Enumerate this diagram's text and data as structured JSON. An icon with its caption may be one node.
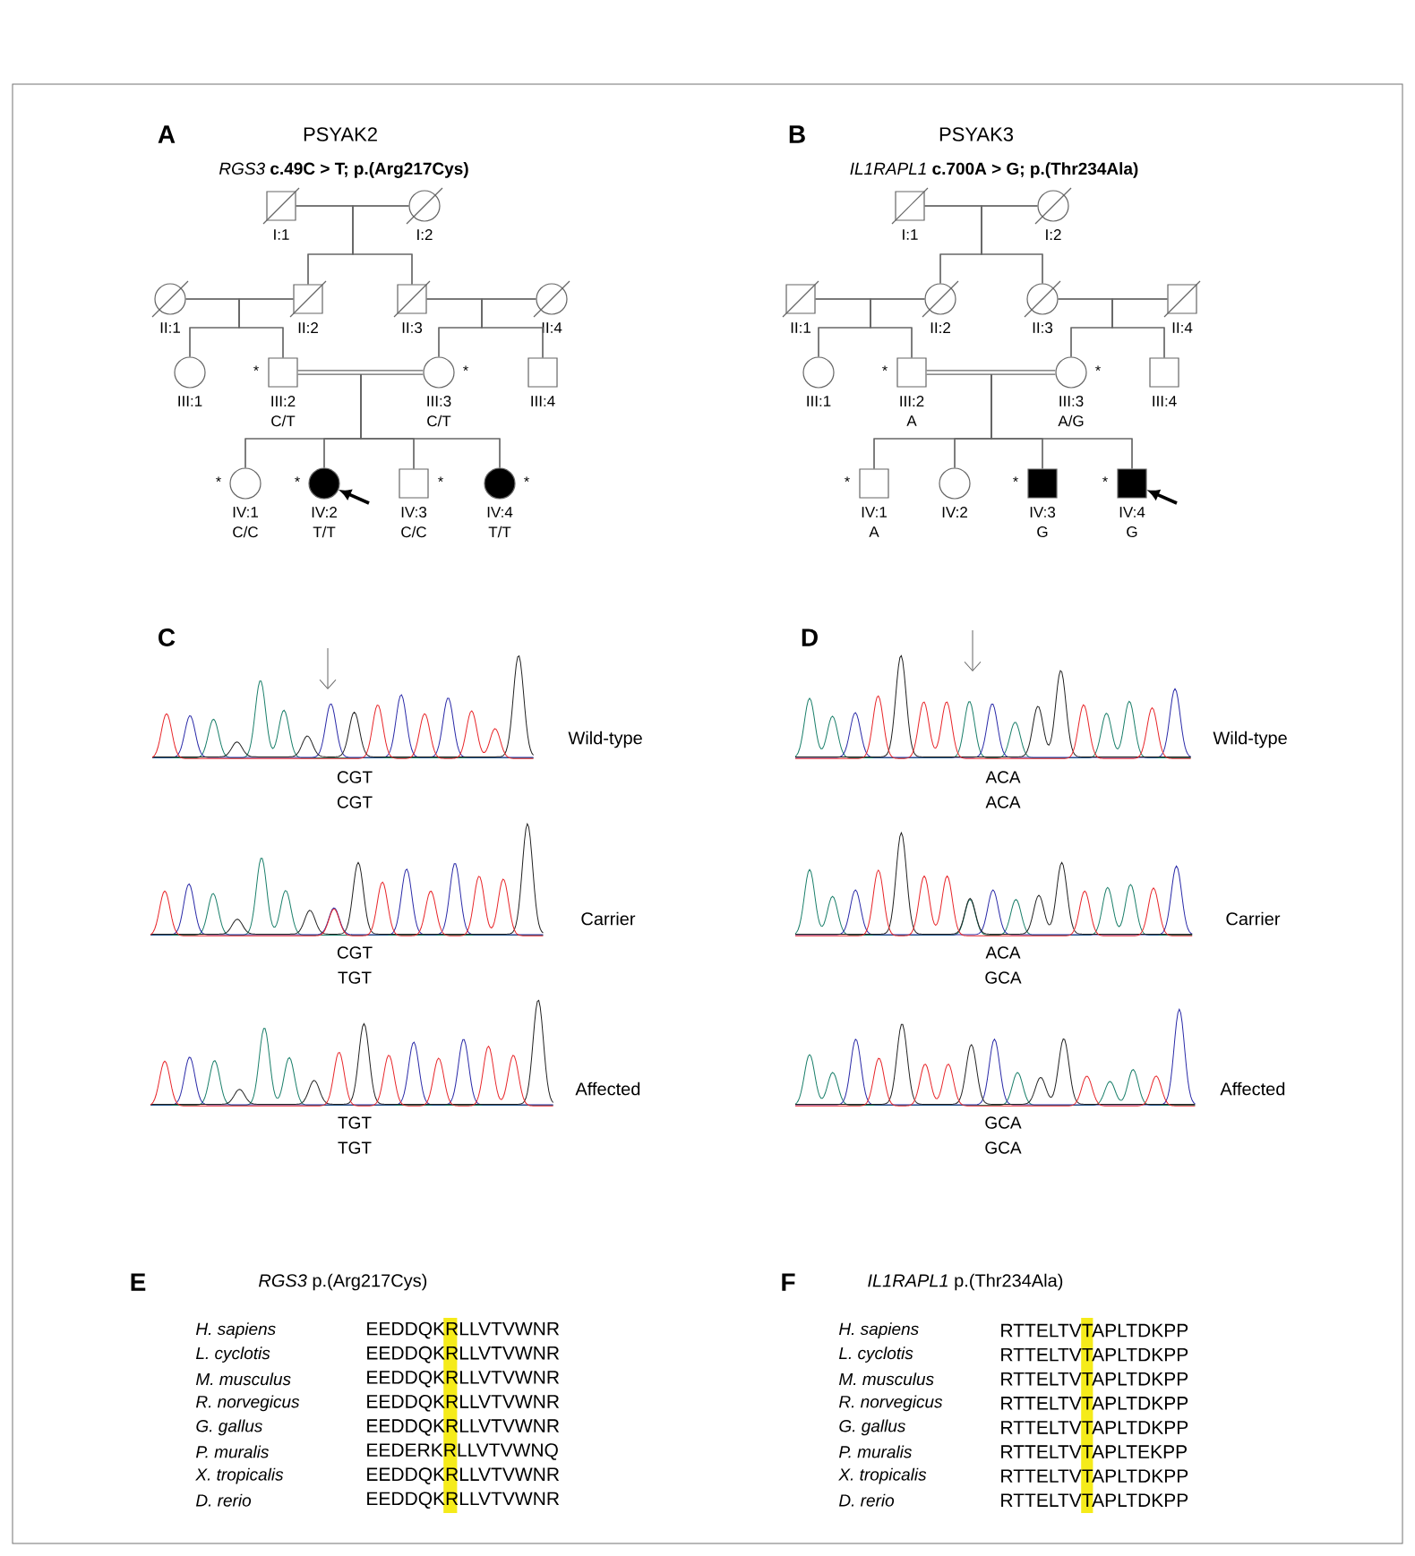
{
  "diagram": {
    "nodes": [
      {
        "text": [],
        "shape": "box",
        "beside": [
          "I:1"
        ]
      },
      {
        "text": [],
        "shape": "circle",
        "beside": [
          "I:2"
        ]
      },
      {
        "text": [],
        "shape": "circle",
        "beside": [
          "II:1"
        ]
      },
      {
        "text": [],
        "shape": "box",
        "beside": [
          "II:2"
        ]
      },
      {
        "text": [],
        "shape": "box",
        "beside": [
          "II:3"
        ]
      },
      {
        "text": [],
        "shape": "circle",
        "beside": [
          "II:4"
        ]
      },
      {
        "text": [],
        "shape": "circle",
        "beside": [
          "III:1"
        ]
      },
      {
        "text": [],
        "shape": "box",
        "beside": [
          "III:2",
          "C/T",
          "*"
        ]
      },
      {
        "text": [],
        "shape": "circle",
        "beside": [
          "III:3",
          "C/T",
          "*"
        ]
      },
      {
        "text": [],
        "shape": "box",
        "beside": [
          "III:4"
        ]
      },
      {
        "text": [],
        "shape": "circle",
        "beside": [
          "IV:1",
          "C/C",
          "*"
        ]
      },
      {
        "text": [],
        "shape": "circle",
        "beside": [
          "IV:2",
          "T/T",
          "*"
        ]
      },
      {
        "text": [],
        "shape": "box",
        "beside": [
          "IV:3",
          "C/C",
          "*"
        ]
      },
      {
        "text": [],
        "shape": "circle",
        "beside": [
          "IV:4",
          "T/T",
          "*"
        ]
      },
      {
        "text": [],
        "shape": "box",
        "beside": [
          "I:1"
        ]
      },
      {
        "text": [],
        "shape": "circle",
        "beside": [
          "I:2"
        ]
      },
      {
        "text": [],
        "shape": "box",
        "beside": [
          "II:1"
        ]
      },
      {
        "text": [],
        "shape": "circle",
        "beside": [
          "II:2"
        ]
      },
      {
        "text": [],
        "shape": "circle",
        "beside": [
          "II:3"
        ]
      },
      {
        "text": [],
        "shape": "box",
        "beside": [
          "II:4"
        ]
      },
      {
        "text": [],
        "shape": "circle",
        "beside": [
          "III:1"
        ]
      },
      {
        "text": [],
        "shape": "box",
        "beside": [
          "III:2",
          "A",
          "*"
        ]
      },
      {
        "text": [],
        "shape": "circle",
        "beside": [
          "III:3",
          "A/G",
          "*"
        ]
      },
      {
        "text": [],
        "shape": "box",
        "beside": [
          "III:4"
        ]
      },
      {
        "text": [],
        "shape": "box",
        "beside": [
          "IV:1",
          "A",
          "*"
        ]
      },
      {
        "text": [],
        "shape": "circle",
        "beside": [
          "IV:2"
        ]
      },
      {
        "text": [],
        "shape": "box",
        "beside": [
          "IV:3",
          "G",
          "*"
        ]
      },
      {
        "text": [],
        "shape": "box",
        "beside": [
          "IV:4",
          "G",
          "*"
        ]
      }
    ],
    "edges": [
      {
        "from": 0,
        "to": 1,
        "arrow": "none"
      },
      {
        "from": 0,
        "to": 3,
        "arrow": "none"
      },
      {
        "from": 0,
        "to": 4,
        "arrow": "none"
      },
      {
        "from": 1,
        "to": 3,
        "arrow": "none"
      },
      {
        "from": 1,
        "to": 4,
        "arrow": "none"
      },
      {
        "from": 2,
        "to": 3,
        "arrow": "none"
      },
      {
        "from": 2,
        "to": 6,
        "arrow": "none"
      },
      {
        "from": 2,
        "to": 7,
        "arrow": "none"
      },
      {
        "from": 3,
        "to": 6,
        "arrow": "none"
      },
      {
        "from": 3,
        "to": 7,
        "arrow": "none"
      },
      {
        "from": 4,
        "to": 5,
        "arrow": "none"
      },
      {
        "from": 4,
        "to": 8,
        "arrow": "none"
      },
      {
        "from": 4,
        "to": 9,
        "arrow": "none"
      },
      {
        "from": 5,
        "to": 8,
        "arrow": "none"
      },
      {
        "from": 5,
        "to": 9,
        "arrow": "none"
      },
      {
        "from": 7,
        "to": 8,
        "arrow": "none",
        "style": "thick"
      },
      {
        "from": 7,
        "to": 10,
        "arrow": "none"
      },
      {
        "from": 7,
        "to": 11,
        "arrow": "none"
      },
      {
        "from": 7,
        "to": 12,
        "arrow": "none"
      },
      {
        "from": 7,
        "to": 13,
        "arrow": "none"
      },
      {
        "from": 8,
        "to": 10,
        "arrow": "none"
      },
      {
        "from": 8,
        "to": 11,
        "arrow": "none"
      },
      {
        "from": 8,
        "to": 12,
        "arrow": "none"
      },
      {
        "from": 8,
        "to": 13,
        "arrow": "none"
      },
      {
        "from": null,
        "to": 11,
        "arrow": "to",
        "color": "#000000"
      },
      {
        "from": 14,
        "to": 15,
        "arrow": "none"
      },
      {
        "from": 14,
        "to": 17,
        "arrow": "none"
      },
      {
        "from": 14,
        "to": 18,
        "arrow": "none"
      },
      {
        "from": 15,
        "to": 17,
        "arrow": "none"
      },
      {
        "from": 15,
        "to": 18,
        "arrow": "none"
      },
      {
        "from": 16,
        "to": 17,
        "arrow": "none"
      },
      {
        "from": 16,
        "to": 20,
        "arrow": "none"
      },
      {
        "from": 16,
        "to": 21,
        "arrow": "none"
      },
      {
        "from": 17,
        "to": 20,
        "arrow": "none"
      },
      {
        "from": 17,
        "to": 21,
        "arrow": "none"
      },
      {
        "from": 18,
        "to": 19,
        "arrow": "none"
      },
      {
        "from": 18,
        "to": 22,
        "arrow": "none"
      },
      {
        "from": 18,
        "to": 23,
        "arrow": "none"
      },
      {
        "from": 19,
        "to": 22,
        "arrow": "none"
      },
      {
        "from": 19,
        "to": 23,
        "arrow": "none"
      },
      {
        "from": 21,
        "to": 22,
        "arrow": "none",
        "style": "thick"
      },
      {
        "from": 21,
        "to": 24,
        "arrow": "none"
      },
      {
        "from": 21,
        "to": 25,
        "arrow": "none"
      },
      {
        "from": 21,
        "to": 26,
        "arrow": "none"
      },
      {
        "from": 21,
        "to": 27,
        "arrow": "none"
      },
      {
        "from": 22,
        "to": 24,
        "arrow": "none"
      },
      {
        "from": 22,
        "to": 25,
        "arrow": "none"
      },
      {
        "from": 22,
        "to": 26,
        "arrow": "none"
      },
      {
        "from": 22,
        "to": 27,
        "arrow": "none"
      },
      {
        "from": null,
        "to": 27,
        "arrow": "to",
        "color": "#000000"
      }
    ],
    "labels": [
      "A",
      "PSYAK2",
      "B",
      "PSYAK3",
      "*RGS3* **c.49C > T; p.(Arg217Cys)**",
      "*IL1RAPL1* **c.700A > G; p.(Thr234Ala)**",
      "C",
      "Wild-type",
      "CGT",
      "CGT",
      "Carrier",
      "CGT",
      "TGT",
      "Affected",
      "TGT",
      "TGT",
      "D",
      "Wild-type",
      "ACA",
      "ACA",
      "Carrier",
      "ACA",
      "GCA",
      "Affected",
      "GCA",
      "GCA",
      "E",
      "*RGS3* p.(Arg217Cys)",
      "H. sapiens",
      "EEDDQKRLLVTVWNR",
      "L. cyclotis",
      "EEDDQKRLLVTVWNR",
      "M. musculus",
      "EEDDQKRLLVTVWNR",
      "R. norvegicus",
      "EEDDQKRLLVTVWNR",
      "G. gallus",
      "EEDDQKRLLVTVWNR",
      "P. muralis",
      "EEDERKRLLVTVWNQ",
      "X. tropicalis",
      "EEDDQKRLLVTVWNR",
      "D. rerio",
      "EEDDQKRLLVTVWNR",
      "F",
      "*IL1RAPL1* p.(Thr234Ala)",
      "H. sapiens",
      "RTTELTVTAPLTDKPP",
      "L. cyclotis",
      "RTTELTVTAPLTDKPP",
      "M. musculus",
      "RTTELTVTAPLTDKPP",
      "R. norvegicus",
      "RTTELTVTAPLTDKPP",
      "G. gallus",
      "RTTELTVTAPLTDKPP",
      "P. muralis",
      "RTTELTVTAPLTEKPP",
      "X. tropicalis",
      "RTTELTVTAPLTDKPP",
      "D. rerio",
      "RTTELTVTAPLTDKPP"
    ]
  }
}
